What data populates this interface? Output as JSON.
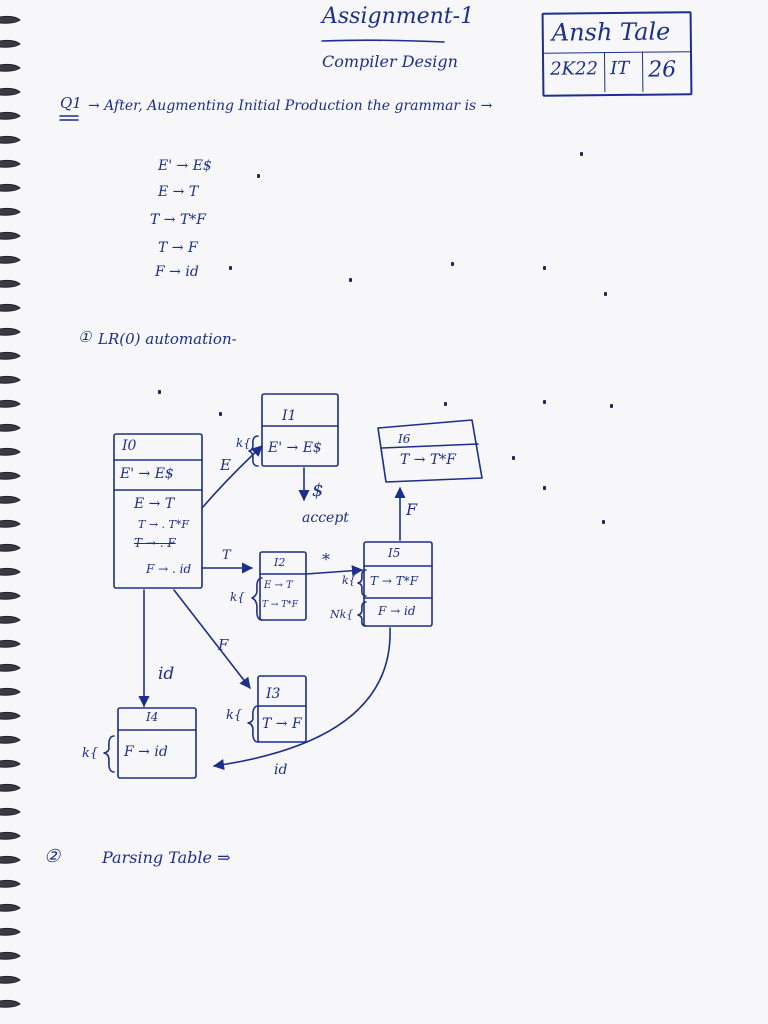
{
  "header": {
    "title": "Assignment-1",
    "subtitle": "Compiler Design",
    "name": "Ansh Tale",
    "id_parts": [
      "2K22",
      "IT",
      "26"
    ]
  },
  "q1": {
    "number": "Q1",
    "intro": "→ After, Augmenting Initial Production the grammar is →",
    "productions": [
      "E' → E$",
      "E → T",
      "T → T*F",
      "T → F",
      "F → id"
    ]
  },
  "section1": {
    "marker": "①",
    "title": "LR(0) automation-"
  },
  "automaton": {
    "states": {
      "I0": {
        "name": "I0",
        "items": [
          "E' → E$",
          "E → T",
          "T → . T*F",
          "T → . F",
          "F → . id"
        ]
      },
      "I1": {
        "name": "I1",
        "items": [
          "E' → E$"
        ],
        "tag": "k{"
      },
      "I2": {
        "name": "I2",
        "items": [
          "E → T",
          "T → T*F"
        ],
        "tag": "k{"
      },
      "I3": {
        "name": "I3",
        "items": [
          "T → F"
        ],
        "tag": "k{"
      },
      "I4": {
        "name": "I4",
        "items": [
          "F → id"
        ],
        "tag": "k{"
      },
      "I5": {
        "name": "I5",
        "items": [
          "T → T*F",
          "F → id"
        ],
        "tags": [
          "k{",
          "Nk{"
        ]
      },
      "I6": {
        "name": "I6",
        "items": [
          "T → T*F"
        ]
      }
    },
    "transitions": [
      {
        "from": "I0",
        "to": "I1",
        "label": "E"
      },
      {
        "from": "I1",
        "to": "accept",
        "label": "$"
      },
      {
        "from": "I0",
        "to": "I2",
        "label": "T"
      },
      {
        "from": "I2",
        "to": "I5",
        "label": "*"
      },
      {
        "from": "I5",
        "to": "I6",
        "label": "F"
      },
      {
        "from": "I0",
        "to": "I3",
        "label": "F"
      },
      {
        "from": "I0",
        "to": "I4",
        "label": "id"
      },
      {
        "from": "I5",
        "to": "I4",
        "label": "id"
      }
    ],
    "accept_label": "accept"
  },
  "section2": {
    "marker": "②",
    "title": "Parsing Table ⇒"
  }
}
